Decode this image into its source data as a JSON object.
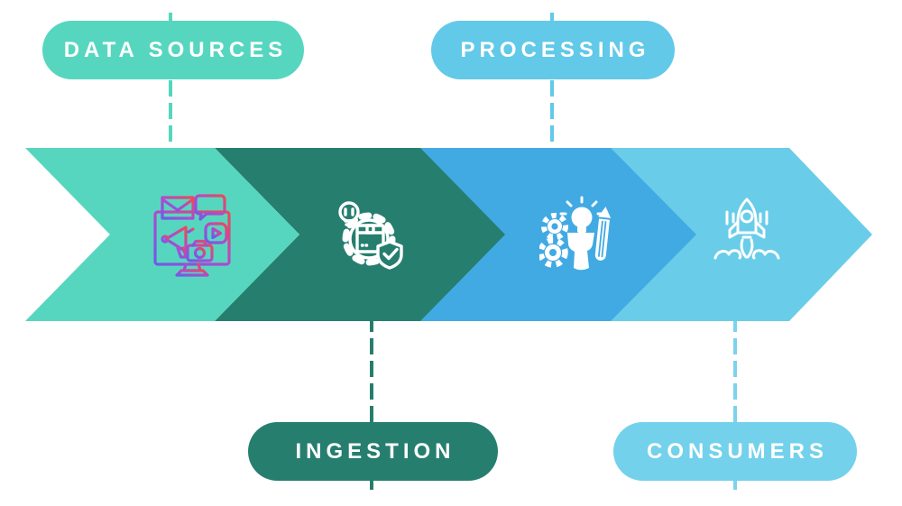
{
  "stages": [
    {
      "label": "DATA SOURCES",
      "label_position": "top",
      "icon": "monitor-media-icon"
    },
    {
      "label": "INGESTION",
      "label_position": "bottom",
      "icon": "gear-package-shield-icon"
    },
    {
      "label": "PROCESSING",
      "label_position": "top",
      "icon": "gears-head-pencil-icon"
    },
    {
      "label": "CONSUMERS",
      "label_position": "bottom",
      "icon": "rocket-launch-icon"
    }
  ],
  "colors": {
    "mint": "#57D6BF",
    "teal": "#267E6F",
    "blue": "#41AAE3",
    "sky": "#69CDE9",
    "pill_processing": "#62C9E8",
    "pill_consumers": "#73D1EB",
    "connector_consumers": "#7CD3EC",
    "white": "#FFFFFF",
    "icon_gradient_start": "#6F5BE8",
    "icon_gradient_mid": "#B04ACF",
    "icon_gradient_end": "#ED4A55"
  }
}
